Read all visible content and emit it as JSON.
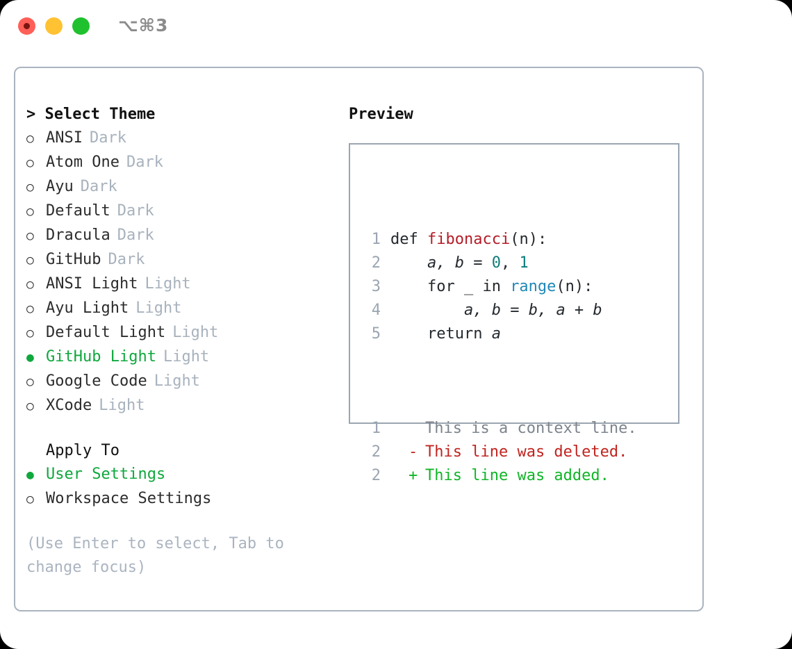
{
  "window": {
    "title": "⌥⌘3",
    "controls": [
      "close",
      "minimize",
      "maximize"
    ]
  },
  "theme_picker": {
    "header": "> Select Theme",
    "options": [
      {
        "label": "ANSI",
        "tag": "Dark",
        "selected": false
      },
      {
        "label": "Atom One",
        "tag": "Dark",
        "selected": false
      },
      {
        "label": "Ayu",
        "tag": "Dark",
        "selected": false
      },
      {
        "label": "Default",
        "tag": "Dark",
        "selected": false
      },
      {
        "label": "Dracula",
        "tag": "Dark",
        "selected": false
      },
      {
        "label": "GitHub",
        "tag": "Dark",
        "selected": false
      },
      {
        "label": "ANSI Light",
        "tag": "Light",
        "selected": false
      },
      {
        "label": "Ayu Light",
        "tag": "Light",
        "selected": false
      },
      {
        "label": "Default Light",
        "tag": "Light",
        "selected": false
      },
      {
        "label": "GitHub Light",
        "tag": "Light",
        "selected": true
      },
      {
        "label": "Google Code",
        "tag": "Light",
        "selected": false
      },
      {
        "label": "XCode",
        "tag": "Light",
        "selected": false
      }
    ],
    "bullet_selected": "●",
    "bullet_unselected": "○"
  },
  "apply_to": {
    "header": "Apply To",
    "options": [
      {
        "label": "User Settings",
        "selected": true
      },
      {
        "label": "Workspace Settings",
        "selected": false
      }
    ]
  },
  "hint": "(Use Enter to select, Tab to change focus)",
  "preview": {
    "title": "Preview",
    "code_lines": [
      {
        "number": "1",
        "tokens": [
          {
            "text": "def ",
            "kind": "plain"
          },
          {
            "text": "fibonacci",
            "kind": "fn"
          },
          {
            "text": "(n):",
            "kind": "plain"
          }
        ]
      },
      {
        "number": "2",
        "tokens": [
          {
            "text": "    ",
            "kind": "plain"
          },
          {
            "text": "a, b",
            "kind": "ital"
          },
          {
            "text": " = ",
            "kind": "plain"
          },
          {
            "text": "0",
            "kind": "num"
          },
          {
            "text": ", ",
            "kind": "plain"
          },
          {
            "text": "1",
            "kind": "num"
          }
        ]
      },
      {
        "number": "3",
        "tokens": [
          {
            "text": "    for _ in ",
            "kind": "plain"
          },
          {
            "text": "range",
            "kind": "builtin"
          },
          {
            "text": "(n):",
            "kind": "plain"
          }
        ]
      },
      {
        "number": "4",
        "tokens": [
          {
            "text": "        ",
            "kind": "plain"
          },
          {
            "text": "a, b",
            "kind": "ital"
          },
          {
            "text": " = ",
            "kind": "plain"
          },
          {
            "text": "b, a + b",
            "kind": "ital"
          }
        ]
      },
      {
        "number": "5",
        "tokens": [
          {
            "text": "    return ",
            "kind": "plain"
          },
          {
            "text": "a",
            "kind": "ital"
          }
        ]
      }
    ],
    "diff_lines": [
      {
        "number": "1",
        "marker": " ",
        "text": "This is a context line.",
        "kind": "ctx"
      },
      {
        "number": "2",
        "marker": "-",
        "text": "This line was deleted.",
        "kind": "del"
      },
      {
        "number": "2",
        "marker": "+",
        "text": "This line was added.",
        "kind": "add"
      }
    ]
  },
  "colors": {
    "accent_green": "#0fa83d",
    "diff_add": "#10b526",
    "diff_del": "#c0241f",
    "diff_ctx": "#7d848c",
    "tag_gray": "#a8b2bd",
    "line_number": "#9aa5b1",
    "fn_red": "#b31d28",
    "num_teal": "#0f7b7b",
    "builtin_blue": "#2188b6",
    "border": "#aab4c0"
  }
}
